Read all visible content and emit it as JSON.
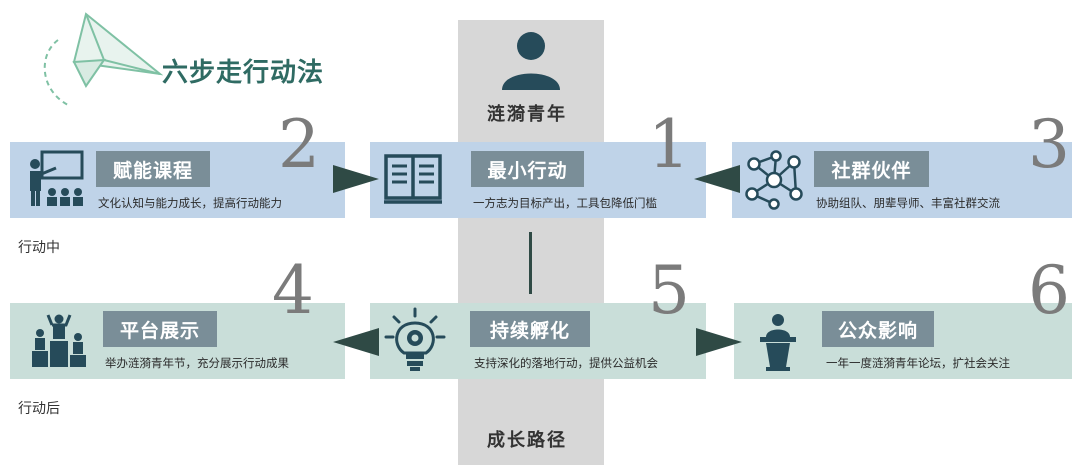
{
  "header": {
    "title": "六步走行动法",
    "column_title": "涟漪青年",
    "column_footer": "成长路径"
  },
  "side_labels": {
    "during": "行动中",
    "after": "行动后"
  },
  "steps": {
    "s1": {
      "number": "1",
      "title": "最小行动",
      "desc": "一方志为目标产出，工具包降低门槛",
      "icon": "book-icon"
    },
    "s2": {
      "number": "2",
      "title": "赋能课程",
      "desc": "文化认知与能力成长，提高行动能力",
      "icon": "teacher-icon"
    },
    "s3": {
      "number": "3",
      "title": "社群伙伴",
      "desc": "协助组队、朋辈导师、丰富社群交流",
      "icon": "network-icon"
    },
    "s4": {
      "number": "4",
      "title": "平台展示",
      "desc": "举办涟漪青年节，充分展示行动成果",
      "icon": "podium-icon"
    },
    "s5": {
      "number": "5",
      "title": "持续孵化",
      "desc": "支持深化的落地行动，提供公益机会",
      "icon": "lightbulb-gear-icon"
    },
    "s6": {
      "number": "6",
      "title": "公众影响",
      "desc": "一年一度涟漪青年论坛，扩社会关注",
      "icon": "speaker-podium-icon"
    }
  },
  "colors": {
    "row1_card": "#bfd3e8",
    "row2_card": "#c9ded9",
    "title_box": "#7a8e98",
    "arrow": "#2f4a45",
    "accent": "#2f6b63",
    "icon_dark": "#264b5a"
  }
}
